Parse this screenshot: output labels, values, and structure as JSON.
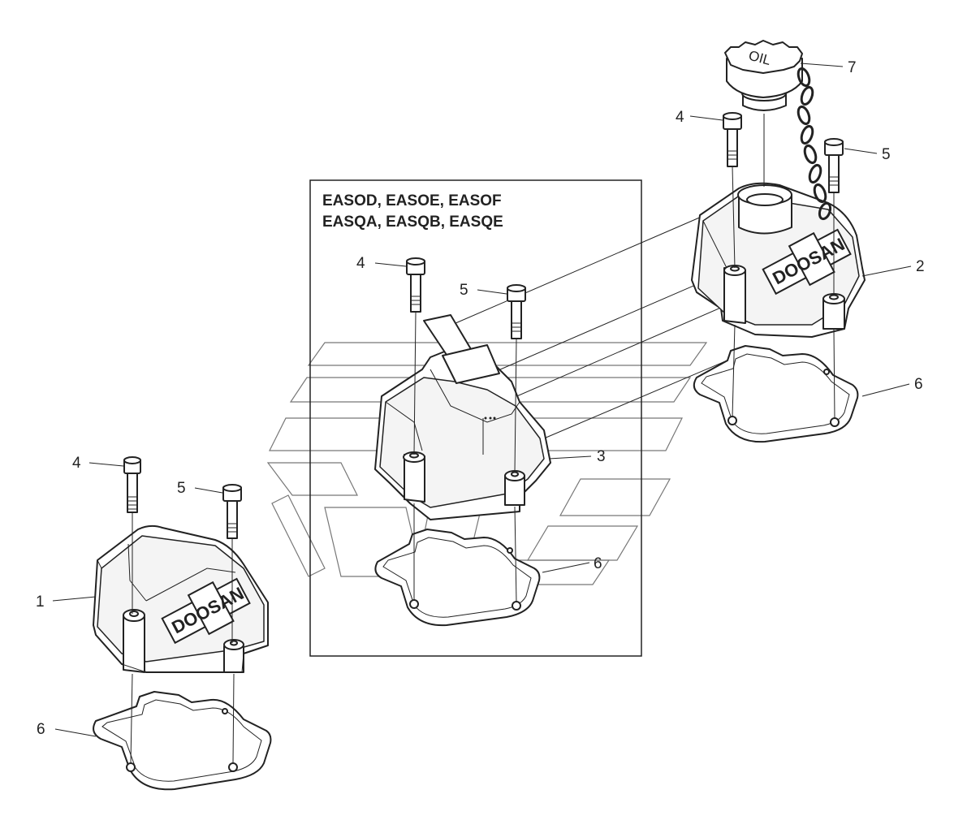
{
  "variant_box": {
    "line1": "EASOD, EASOE, EASOF",
    "line2": "EASQA, EASQB, EASQE"
  },
  "callouts": {
    "c1": "1",
    "c2": "2",
    "c3": "3",
    "c4a": "4",
    "c4b": "4",
    "c4c": "4",
    "c5a": "5",
    "c5b": "5",
    "c5c": "5",
    "c6a": "6",
    "c6b": "6",
    "c6c": "6",
    "c7": "7"
  },
  "logo": {
    "left": "DOOSAN",
    "right": "DOOSAN"
  },
  "oil_cap_label": "OIL"
}
